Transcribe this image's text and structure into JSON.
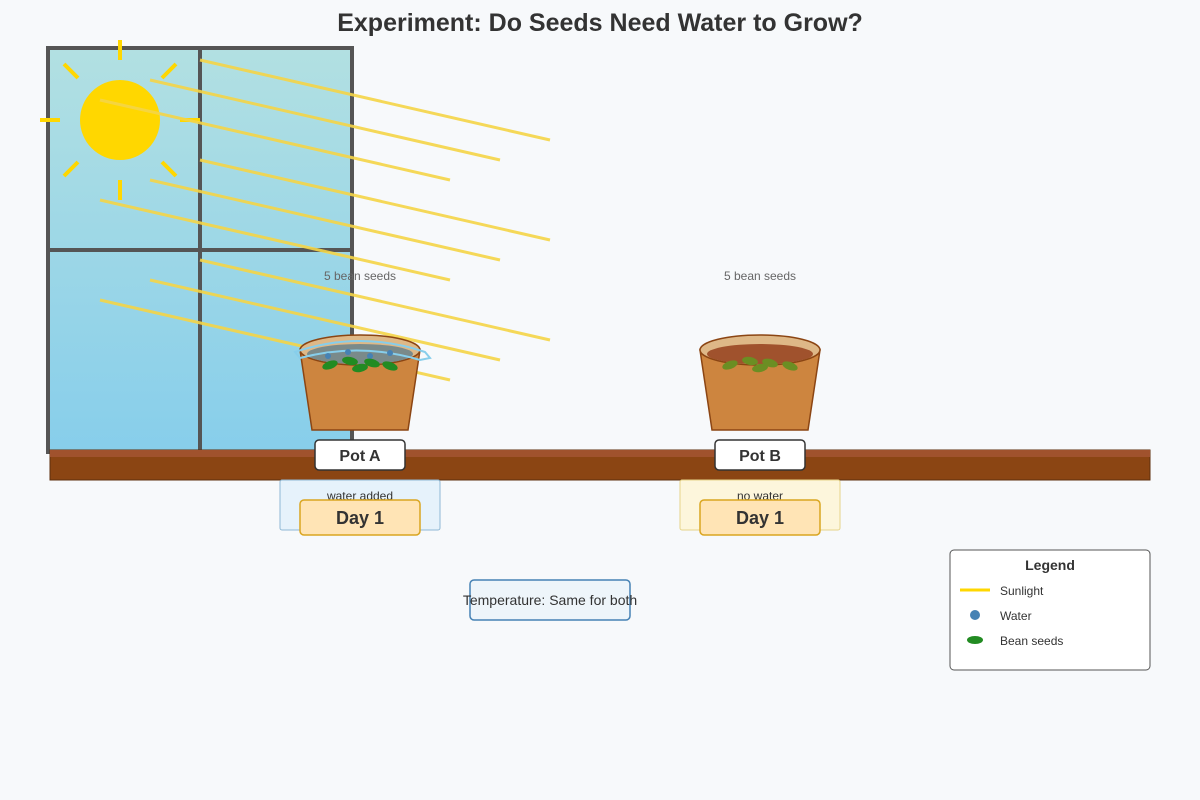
{
  "title": "Experiment: Do Seeds Need Water to Grow?",
  "pot_a": {
    "seed_label": "5 bean seeds",
    "name": "Pot A",
    "condition": "water added",
    "day": "Day 1"
  },
  "pot_b": {
    "seed_label": "5 bean seeds",
    "name": "Pot B",
    "condition": "no water",
    "day": "Day 1"
  },
  "temperature_note": "Temperature: Same for both",
  "legend": {
    "title": "Legend",
    "items": [
      {
        "label": "Sunlight",
        "color": "#FFD700",
        "icon": "sunlight-line-icon"
      },
      {
        "label": "Water",
        "color": "#4682B4",
        "icon": "water-drop-icon"
      },
      {
        "label": "Bean seeds",
        "color": "#228B22",
        "icon": "bean-seed-icon"
      }
    ]
  },
  "colors": {
    "sun": "#FFD700",
    "window_frame": "#555555",
    "shelf": "#8B4513",
    "pot": "#CD853F",
    "soil": "#A0522D",
    "day_badge": "#FFE4B5"
  }
}
